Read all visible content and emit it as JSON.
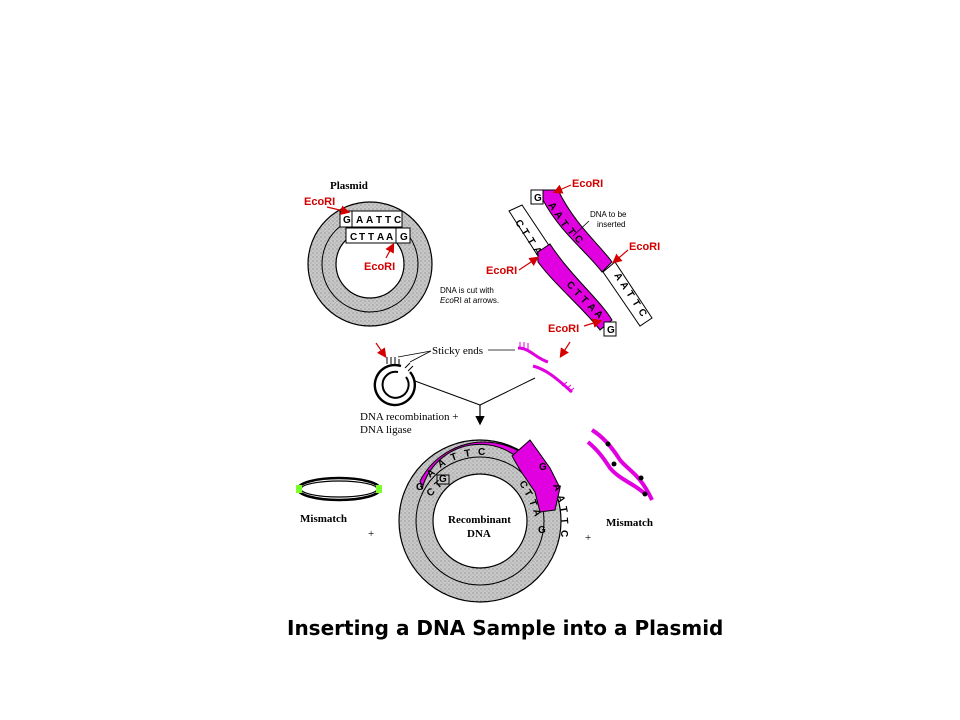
{
  "labels": {
    "plasmid": "Plasmid",
    "ecori": "EcoRI",
    "dna_cut_line1": "DNA is cut with",
    "dna_cut_line2_italic": "Eco",
    "dna_cut_line2_rest": "RI at arrows.",
    "dna_insert_line1": "DNA to be",
    "dna_insert_line2": "inserted",
    "sticky_ends": "Sticky ends",
    "recombination_line1": "DNA recombination +",
    "recombination_line2": "DNA ligase",
    "mismatch": "Mismatch",
    "recombinant_line1": "Recombinant",
    "recombinant_line2": "DNA",
    "plus": "+",
    "caption_part1": "Inserting a ",
    "caption_part2": "DNA Sample",
    "caption_part3": " into a Plasmid"
  },
  "sequences": {
    "plasmid_top": [
      "G",
      "A",
      "A",
      "T",
      "T",
      "C"
    ],
    "plasmid_bottom": [
      "C",
      "T",
      "T",
      "A",
      "A",
      "G"
    ],
    "insert_top": [
      "A",
      "A",
      "T",
      "T",
      "C"
    ],
    "insert_bottom": [
      "C",
      "T",
      "T",
      "A",
      "A"
    ],
    "left_flank": [
      "C",
      "T",
      "T",
      "A",
      "A"
    ],
    "right_flank": [
      "A",
      "A",
      "T",
      "T",
      "C"
    ],
    "single_g": "G"
  },
  "colors": {
    "insert_magenta": "#e000e0",
    "label_red": "#d40000",
    "ring_gray": "#bdbdbd",
    "mismatch_green": "#7cff2a"
  }
}
